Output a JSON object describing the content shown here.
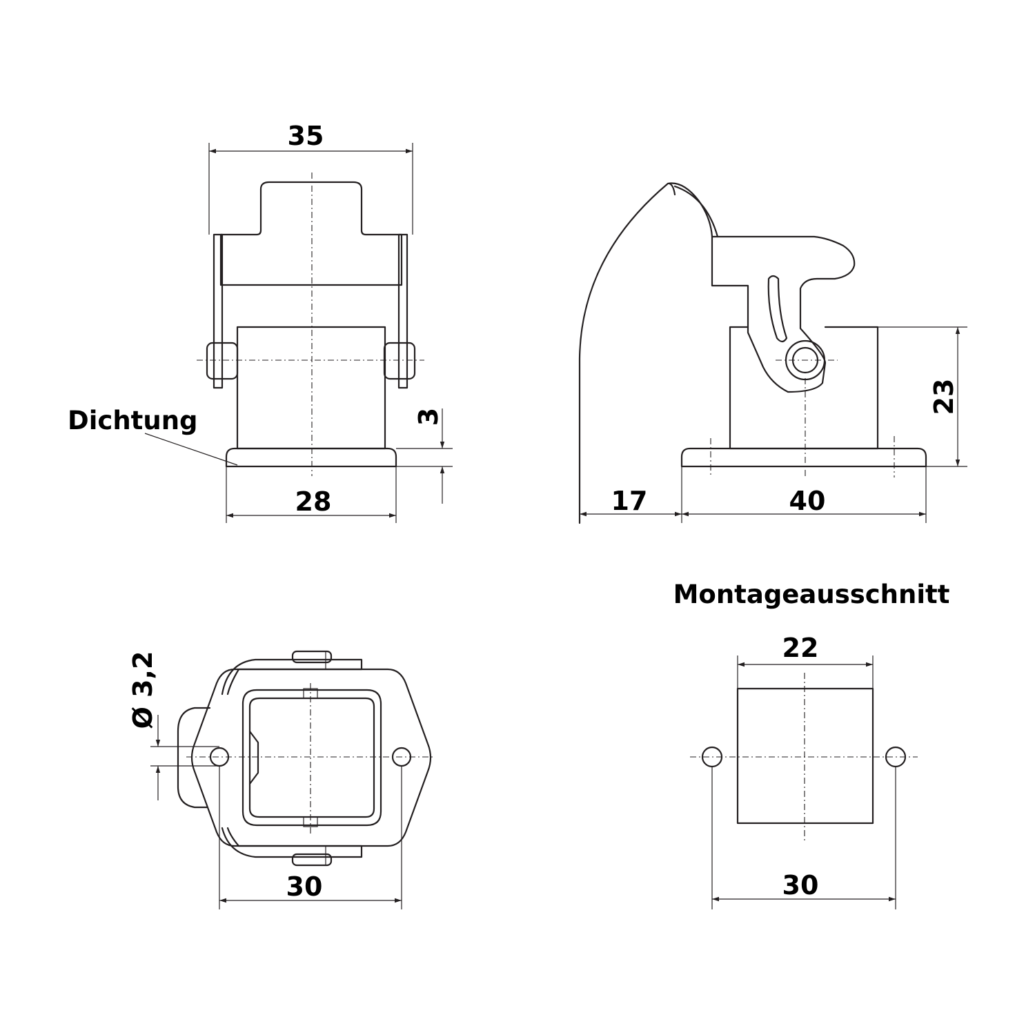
{
  "labels": {
    "dichtung": "Dichtung",
    "montageausschnitt": "Montageausschnitt"
  },
  "dimensions": {
    "front_top_width": "35",
    "front_base_width": "28",
    "front_seal_thickness": "3",
    "side_height": "23",
    "side_overhang": "17",
    "side_base_length": "40",
    "bottom_hole_diameter": "Ø 3,2",
    "bottom_hole_spacing": "30",
    "cutout_width": "22",
    "cutout_hole_spacing": "30"
  },
  "colors": {
    "line": "#231f20",
    "background": "#ffffff"
  }
}
